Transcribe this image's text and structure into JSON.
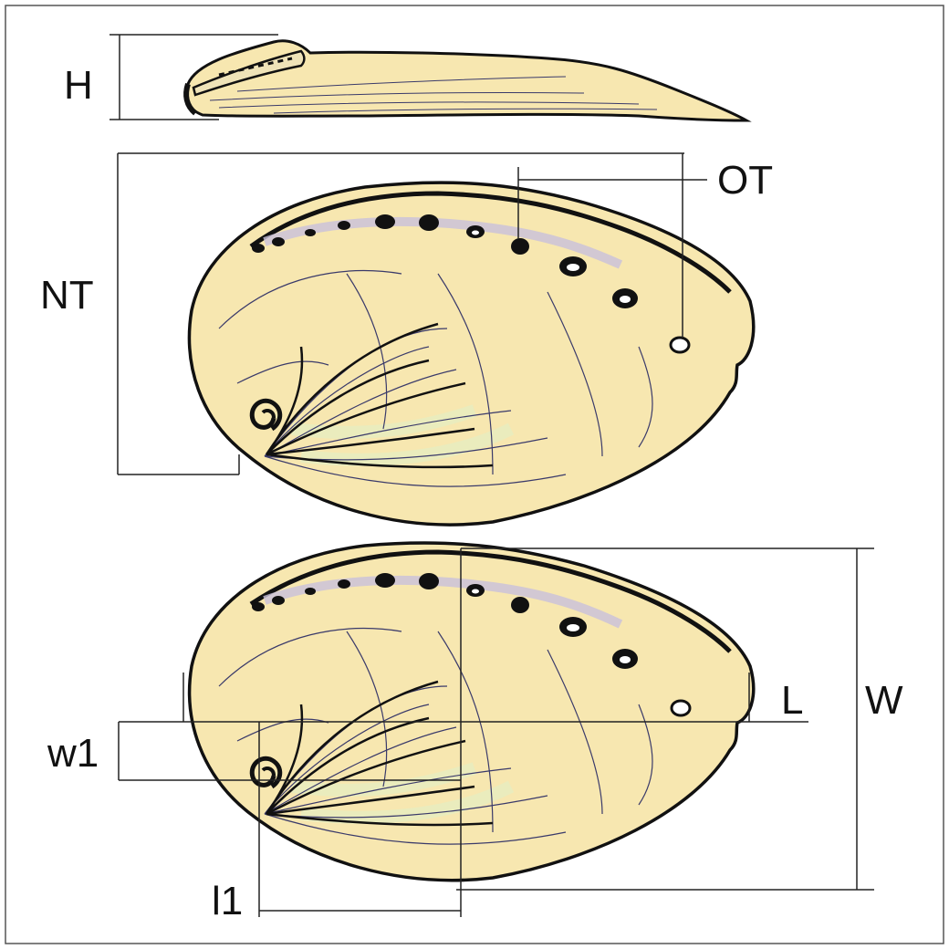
{
  "labels": {
    "H": "H",
    "OT": "OT",
    "NT": "NT",
    "L": "L",
    "W": "W",
    "w1": "w1",
    "l1": "l1"
  },
  "colors": {
    "shell_fill": "#f7e7b0",
    "shell_light": "#efe3b8",
    "outline": "#111111",
    "vein": "#3a3a6a",
    "measure_line": "#222222",
    "border": "#555555"
  }
}
